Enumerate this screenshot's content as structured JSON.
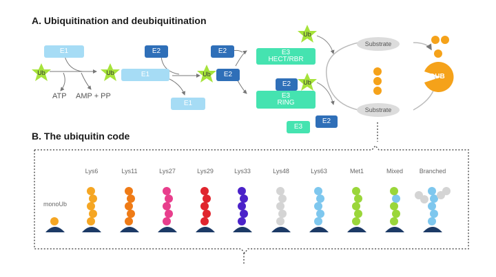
{
  "section_a": {
    "title": "A. Ubiquitination and deubiquitination"
  },
  "section_b": {
    "title": "B. The ubiquitin code"
  },
  "labels": {
    "ub": "Ub",
    "e1": "E1",
    "e2": "E2",
    "e3_hect": [
      "E3",
      "HECT/RBR"
    ],
    "e3_ring": [
      "E3",
      "RING"
    ],
    "e3": "E3",
    "atp": "ATP",
    "amp": "AMP + PP",
    "substrate": "Substrate",
    "dub": "DUB"
  },
  "colors": {
    "e1": "#a6dcf5",
    "e2": "#2f6fb8",
    "e3": "#45e3b0",
    "ub_star": "#a6e33a",
    "substrate": "#dcdcdc",
    "dub": "#f5a21a",
    "base": "#1c3a66"
  },
  "chains": [
    {
      "label": "monoUb",
      "color": "#f5a623"
    },
    {
      "label": "Lys6",
      "color": "#f5a623"
    },
    {
      "label": "Lys11",
      "color": "#ef7b16"
    },
    {
      "label": "Lys27",
      "color": "#e83e8c"
    },
    {
      "label": "Lys29",
      "color": "#e0252e"
    },
    {
      "label": "Lys33",
      "color": "#4b22c9"
    },
    {
      "label": "Lys48",
      "color": "#d4d4d4"
    },
    {
      "label": "Lys63",
      "color": "#7ec7ee"
    },
    {
      "label": "Met1",
      "color": "#9ad63a"
    },
    {
      "label": "Mixed",
      "color": "#9ad63a"
    },
    {
      "label": "Branched",
      "color": "#7ec7ee"
    }
  ]
}
